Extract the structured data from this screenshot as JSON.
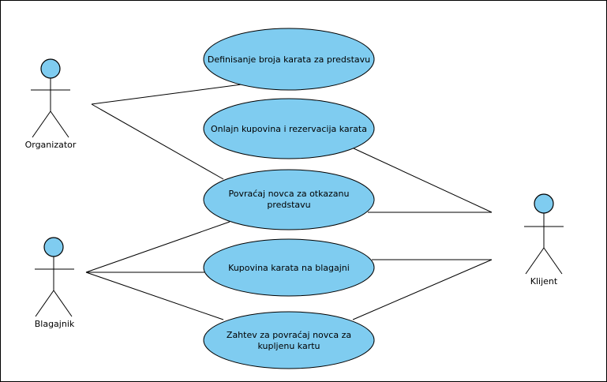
{
  "actors": [
    {
      "id": "organizator",
      "name": "Organizator"
    },
    {
      "id": "blagajnik",
      "name": "Blagajnik"
    },
    {
      "id": "klijent",
      "name": "Klijent"
    }
  ],
  "use_cases": [
    {
      "id": "definisanje",
      "lines": [
        "Definisanje broja karata za predstavu"
      ]
    },
    {
      "id": "onlajn",
      "lines": [
        "Onlajn kupovina i rezervacija karata"
      ]
    },
    {
      "id": "povracaj",
      "lines": [
        "Povraćaj novca za otkazanu",
        "predstavu"
      ]
    },
    {
      "id": "kupovina",
      "lines": [
        "Kupovina karata na blagajni"
      ]
    },
    {
      "id": "zahtev",
      "lines": [
        "Zahtev za povraćaj novca za",
        "kupljenu kartu"
      ]
    }
  ],
  "associations": [
    {
      "actor": "organizator",
      "use_case": "definisanje"
    },
    {
      "actor": "organizator",
      "use_case": "povracaj"
    },
    {
      "actor": "blagajnik",
      "use_case": "povracaj"
    },
    {
      "actor": "blagajnik",
      "use_case": "kupovina"
    },
    {
      "actor": "blagajnik",
      "use_case": "zahtev"
    },
    {
      "actor": "klijent",
      "use_case": "onlajn"
    },
    {
      "actor": "klijent",
      "use_case": "povracaj"
    },
    {
      "actor": "klijent",
      "use_case": "kupovina"
    },
    {
      "actor": "klijent",
      "use_case": "zahtev"
    }
  ],
  "colors": {
    "fill": "#7fccf0",
    "stroke": "#000000"
  }
}
